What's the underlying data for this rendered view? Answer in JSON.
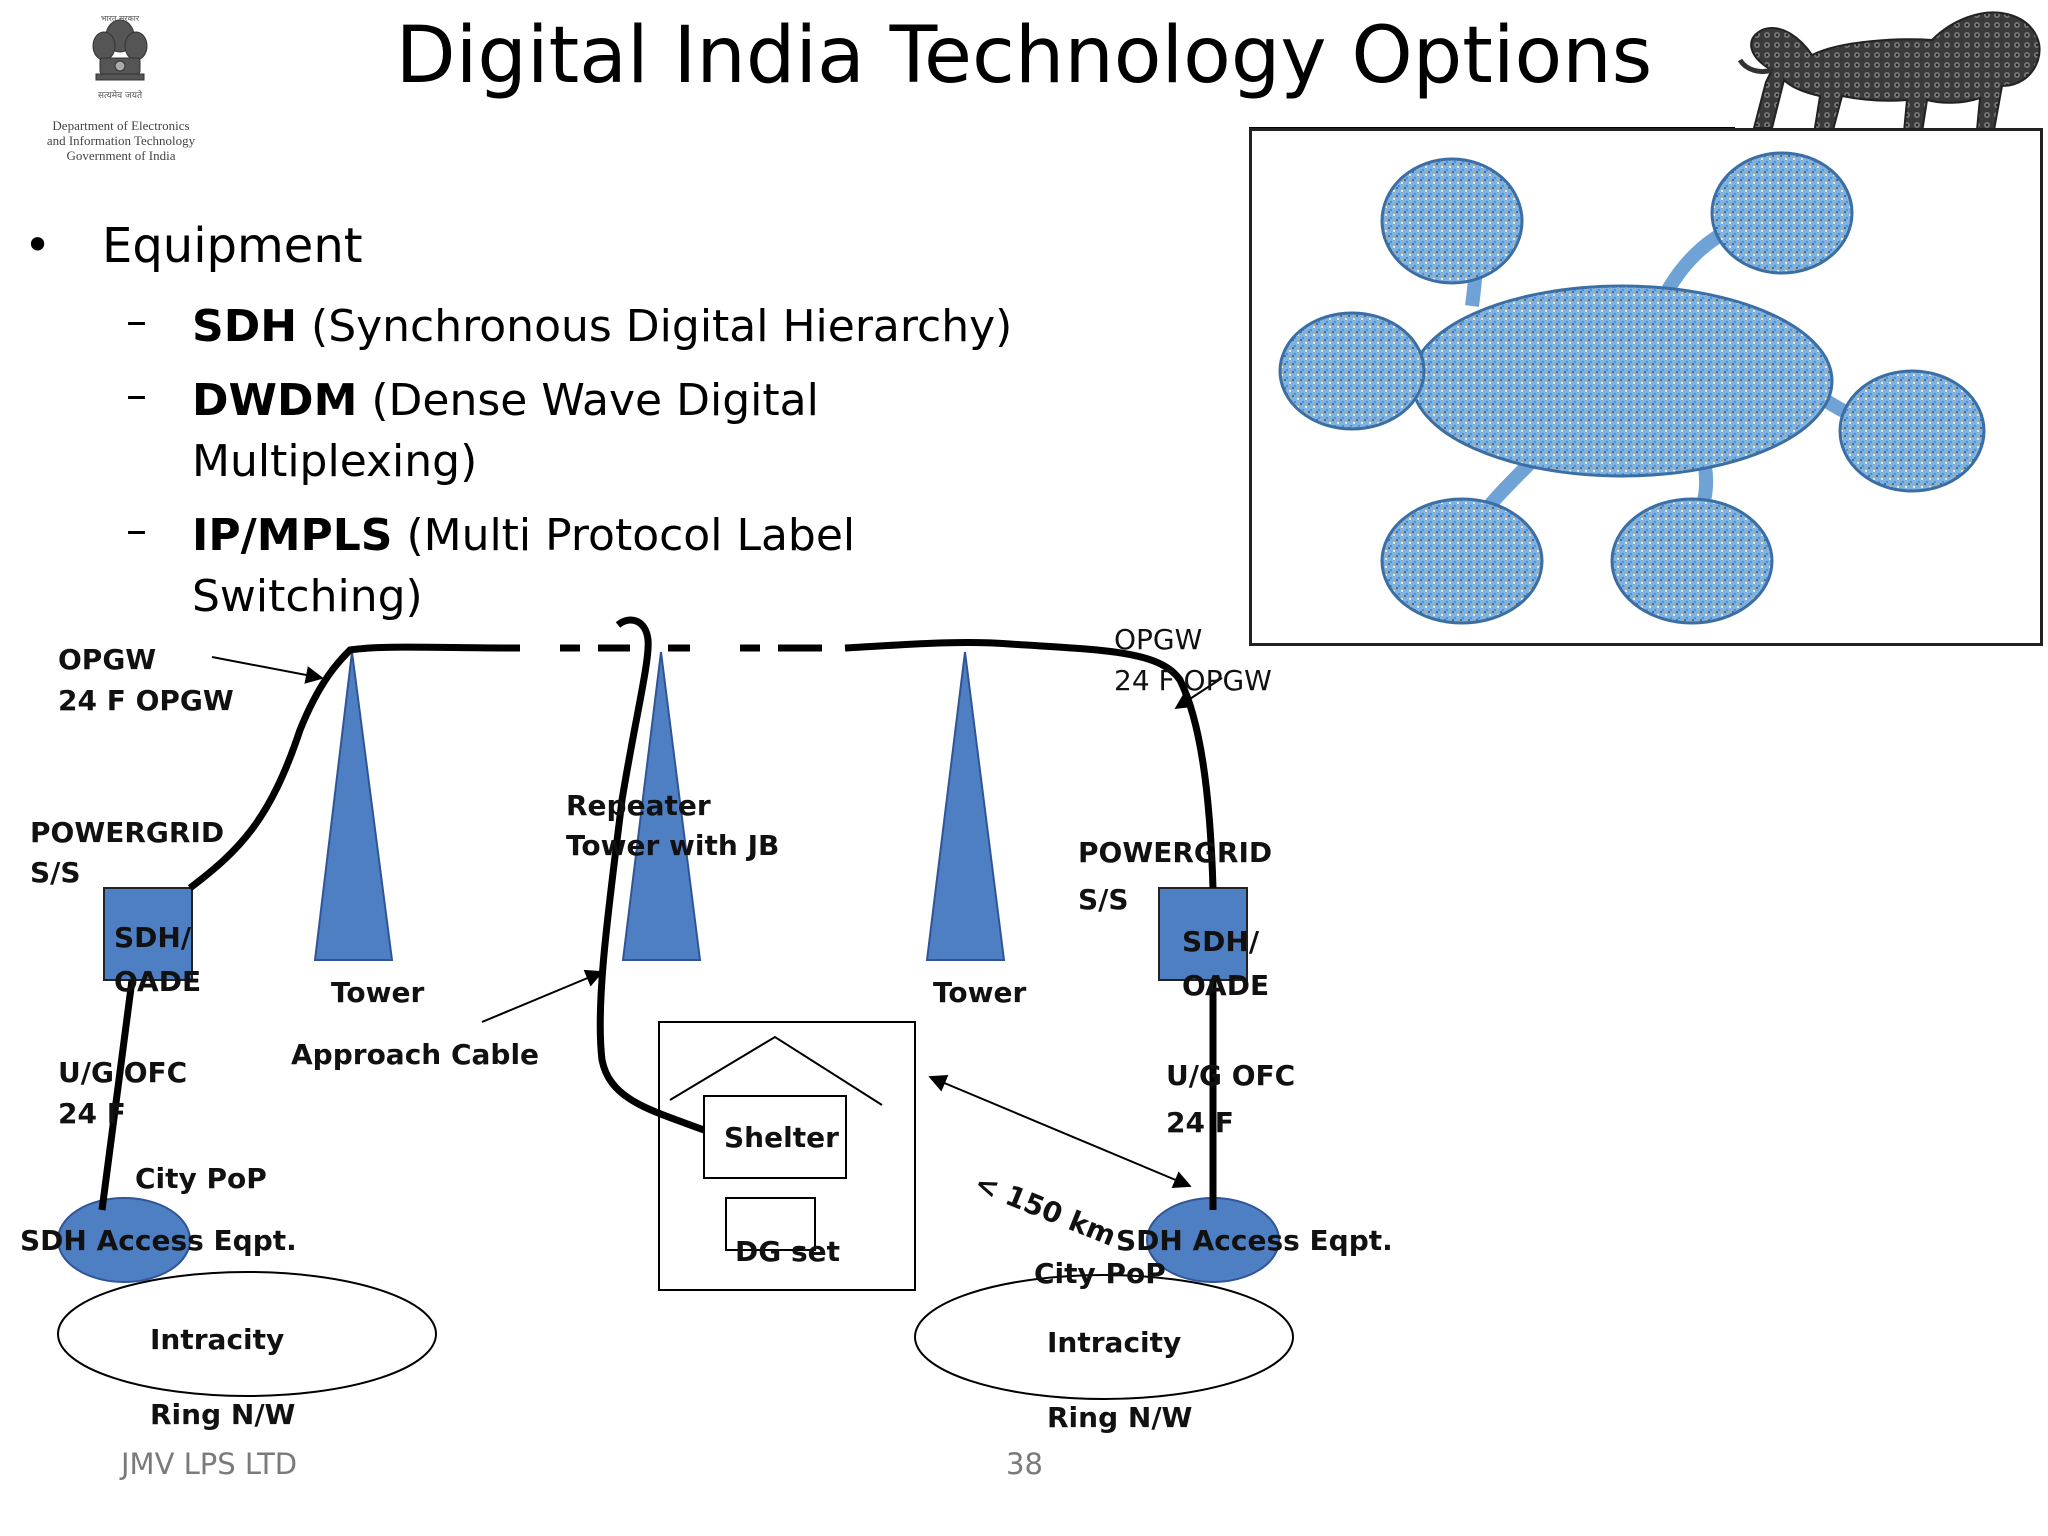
{
  "title": "Digital India Technology Options",
  "department": {
    "hindi_motto": "सत्यमेव जयते",
    "line1": "Department of Electronics",
    "line2": "and Information Technology",
    "line3": "Government of India"
  },
  "bullets": {
    "main": "Equipment",
    "items": [
      {
        "abbr": "SDH",
        "desc": " (Synchronous Digital Hierarchy)"
      },
      {
        "abbr": "DWDM",
        "desc": " (Dense Wave Digital",
        "desc2": "Multiplexing)"
      },
      {
        "abbr": "IP/MPLS",
        "desc": " (Multi Protocol Label",
        "desc2": "Switching)"
      }
    ]
  },
  "diagram": {
    "opgw_left_1": "OPGW",
    "opgw_left_2": "24 F OPGW",
    "opgw_right_1": "OPGW",
    "opgw_right_2": "24 F OPGW",
    "powergrid_left_1": "POWERGRID",
    "powergrid_left_2": "S/S",
    "powergrid_right_1": "POWERGRID",
    "powergrid_right_2": "S/S",
    "sdh_oade_1": "SDH/",
    "sdh_oade_2": "OADE",
    "tower": "Tower",
    "repeater_1": "Repeater",
    "repeater_2": "Tower with JB",
    "approach_cable": "Approach Cable",
    "ug_ofc_left_1": "U/G OFC",
    "ug_ofc_left_2": "24 F",
    "ug_ofc_right_1": "U/G  OFC",
    "ug_ofc_right_2": "24 F",
    "city_pop": "City PoP",
    "sdh_access": "SDH Access Eqpt.",
    "shelter": "Shelter",
    "dg_set": "DG  set",
    "distance": "< 150  km",
    "intracity": "Intracity",
    "ring_nw": "Ring  N/W"
  },
  "footer": {
    "company": "JMV LPS LTD",
    "page": "38"
  },
  "colors": {
    "shape_fill": "#4f7fc3",
    "shape_stroke": "#2f5597",
    "cloud_fill": "#7fb2de",
    "footer_text": "#7a7a7a"
  }
}
